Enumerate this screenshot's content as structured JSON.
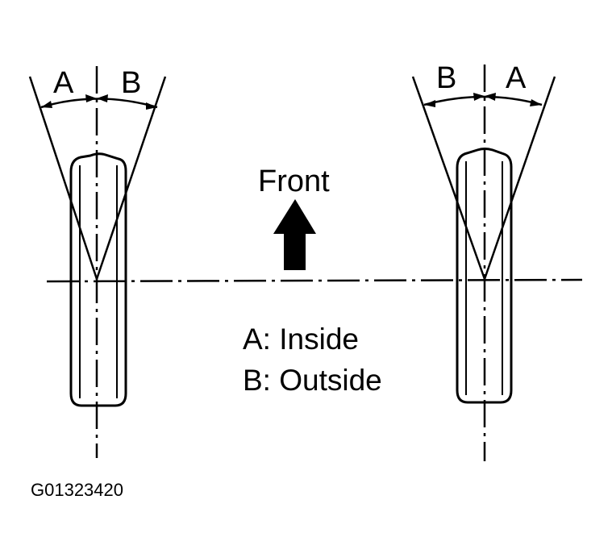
{
  "labels": {
    "left_a": "A",
    "left_b": "B",
    "right_b": "B",
    "right_a": "A",
    "front": "Front",
    "legend_a": "A: Inside",
    "legend_b": "B: Outside",
    "figure_code": "G01323420"
  },
  "colors": {
    "ink": "#000000",
    "background": "#ffffff"
  }
}
